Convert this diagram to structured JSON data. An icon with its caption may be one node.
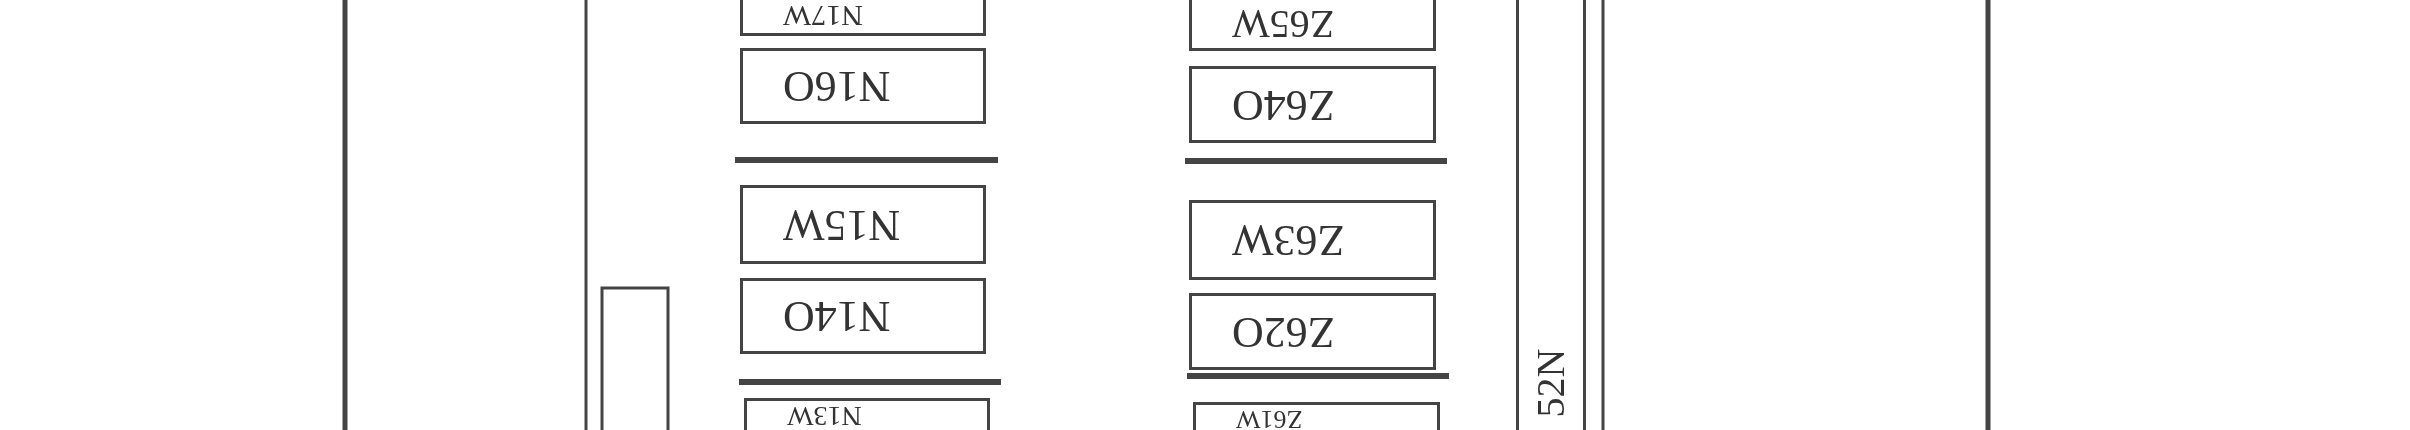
{
  "diagram": {
    "nodes": [
      {
        "text": [
          "N17W"
        ]
      },
      {
        "text": [
          "N16O"
        ]
      },
      {
        "text": [
          "N15W"
        ]
      },
      {
        "text": [
          "N14O"
        ]
      },
      {
        "text": [
          "N13W"
        ]
      },
      {
        "text": [
          "Z65W"
        ]
      },
      {
        "text": [
          "Z64O"
        ]
      },
      {
        "text": [
          "Z63W"
        ]
      },
      {
        "text": [
          "Z62O"
        ]
      },
      {
        "text": [
          "Z61W"
        ]
      },
      {
        "text": [
          "52N"
        ]
      }
    ],
    "edges": []
  }
}
